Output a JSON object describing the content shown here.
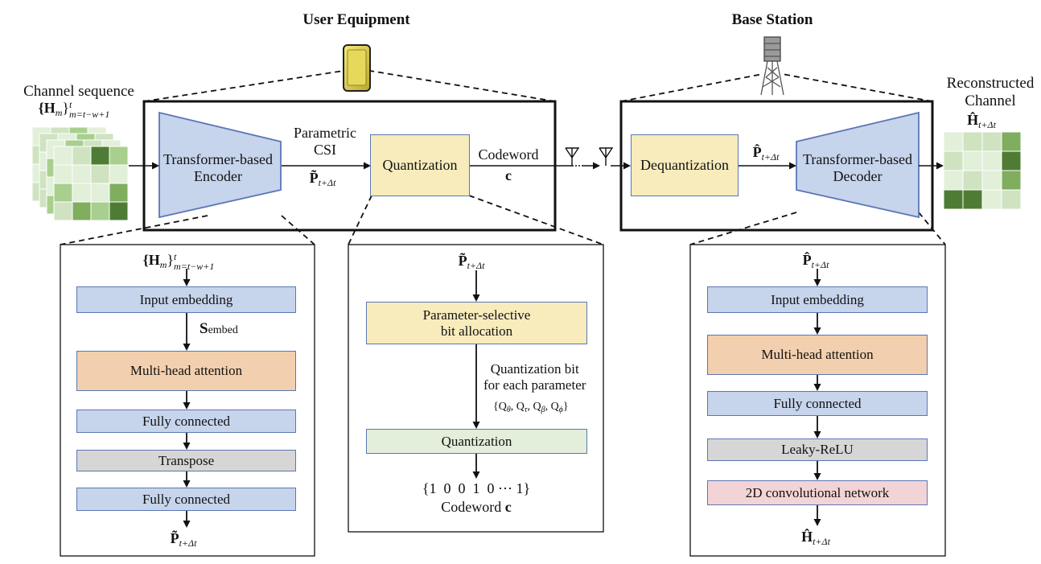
{
  "titles": {
    "ue": "User Equipment",
    "bs": "Base Station"
  },
  "input": {
    "line1": "Channel sequence",
    "seq_base": "{H",
    "seq_m": "m",
    "seq_close": "}",
    "seq_sup": "t",
    "seq_sub": "m=t−w+1"
  },
  "output": {
    "line1": "Reconstructed",
    "line2": "Channel",
    "sym": "Ĥ",
    "sub": "t+Δt"
  },
  "top": {
    "encoder": [
      "Transformer-based",
      "Encoder"
    ],
    "param_label": [
      "Parametric",
      "CSI"
    ],
    "p_tilde": "P̃",
    "p_sub": "t+Δt",
    "quant": "Quantization",
    "codeword_label": "Codeword",
    "codeword_sym": "c",
    "dequant": "Dequantization",
    "p_hat": "P̂",
    "decoder": [
      "Transformer-based",
      "Decoder"
    ]
  },
  "enc_detail": {
    "in_base": "{H",
    "in_m": "m",
    "in_close": "}",
    "in_sup": "t",
    "in_sub": "m=t−w+1",
    "input_embedding": "Input embedding",
    "s_embed": "S",
    "s_sub": "embed",
    "mha": "Multi-head attention",
    "fc1": "Fully connected",
    "transpose": "Transpose",
    "fc2": "Fully connected",
    "out": "P̃",
    "out_sub": "t+Δt"
  },
  "q_detail": {
    "in": "P̃",
    "in_sub": "t+Δt",
    "psba": [
      "Parameter-selective",
      "bit allocation"
    ],
    "bit_label": [
      "Quantization bit",
      "for each parameter"
    ],
    "q_set": [
      "{Q",
      "θ",
      ", Q",
      "τ",
      ", Q",
      "β",
      ", Q",
      "ϕ",
      "}"
    ],
    "quant": "Quantization",
    "bits": "{1  0  0  1  0 ⋯ 1}",
    "codeword_label": "Codeword",
    "codeword_sym": "c"
  },
  "dec_detail": {
    "in": "P̂",
    "in_sub": "t+Δt",
    "input_embedding": "Input embedding",
    "mha": "Multi-head attention",
    "fc": "Fully connected",
    "relu": "Leaky-ReLU",
    "conv": "2D convolutional network",
    "out": "Ĥ",
    "out_sub": "t+Δt"
  },
  "colors": {
    "blue": "#c6d4ec",
    "orange": "#f2cfae",
    "gray": "#d6d6d6",
    "yellow": "#f8ecbd",
    "green_box": "#e3eedb",
    "pink": "#f3d4d6",
    "grid_dark": "#4f7c35",
    "grid_mid": "#a9cf8f",
    "grid_light": "#e2efd9"
  }
}
